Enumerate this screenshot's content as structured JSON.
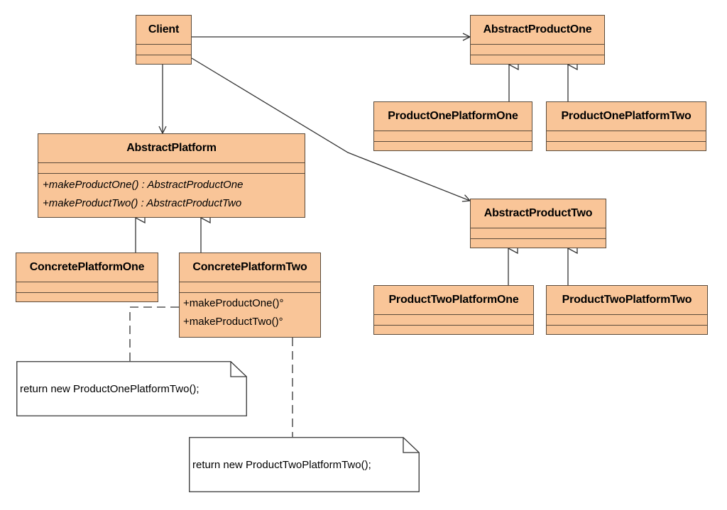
{
  "colors": {
    "class_fill": "#f9c598",
    "class_border": "#5a4a3a",
    "line": "#333333",
    "note_fill": "#ffffff"
  },
  "classes": {
    "client": {
      "name": "Client"
    },
    "abstract_product_one": {
      "name": "AbstractProductOne"
    },
    "product_one_platform_one": {
      "name": "ProductOnePlatformOne"
    },
    "product_one_platform_two": {
      "name": "ProductOnePlatformTwo"
    },
    "abstract_platform": {
      "name": "AbstractPlatform",
      "operations": [
        "+makeProductOne() : AbstractProductOne",
        "+makeProductTwo() : AbstractProductTwo"
      ]
    },
    "abstract_product_two": {
      "name": "AbstractProductTwo"
    },
    "concrete_platform_one": {
      "name": "ConcretePlatformOne"
    },
    "concrete_platform_two": {
      "name": "ConcretePlatformTwo",
      "operations": [
        "+makeProductOne()°",
        "+makeProductTwo()°"
      ]
    },
    "product_two_platform_one": {
      "name": "ProductTwoPlatformOne"
    },
    "product_two_platform_two": {
      "name": "ProductTwoPlatformTwo"
    }
  },
  "notes": {
    "note_one": "return new ProductOnePlatformTwo();",
    "note_two": "return new ProductTwoPlatformTwo();"
  }
}
